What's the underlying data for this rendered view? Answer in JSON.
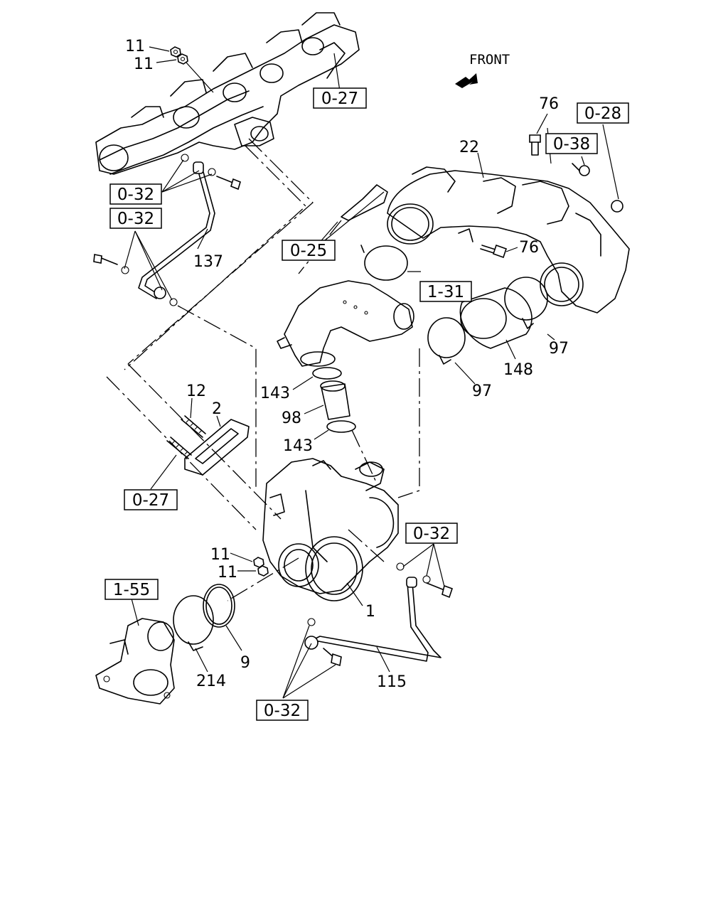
{
  "front_label": "FRONT",
  "references": {
    "ref_0_27_top": "0-27",
    "ref_0_28": "0-28",
    "ref_0_38": "0-38",
    "ref_0_32_a": "0-32",
    "ref_0_32_b": "0-32",
    "ref_0_25": "0-25",
    "ref_1_31": "1-31",
    "ref_0_27_mid": "0-27",
    "ref_0_32_c": "0-32",
    "ref_1_55": "1-55",
    "ref_0_32_d": "0-32"
  },
  "part_numbers": {
    "p11_a": "11",
    "p11_b": "11",
    "p76_a": "76",
    "p22": "22",
    "p76_b": "76",
    "p137": "137",
    "p97_a": "97",
    "p148": "148",
    "p97_b": "97",
    "p143_a": "143",
    "p98": "98",
    "p143_b": "143",
    "p12": "12",
    "p2": "2",
    "p11_c": "11",
    "p11_d": "11",
    "p1": "1",
    "p9": "9",
    "p214": "214",
    "p115": "115"
  },
  "icons": [
    "front-arrow-icon"
  ]
}
